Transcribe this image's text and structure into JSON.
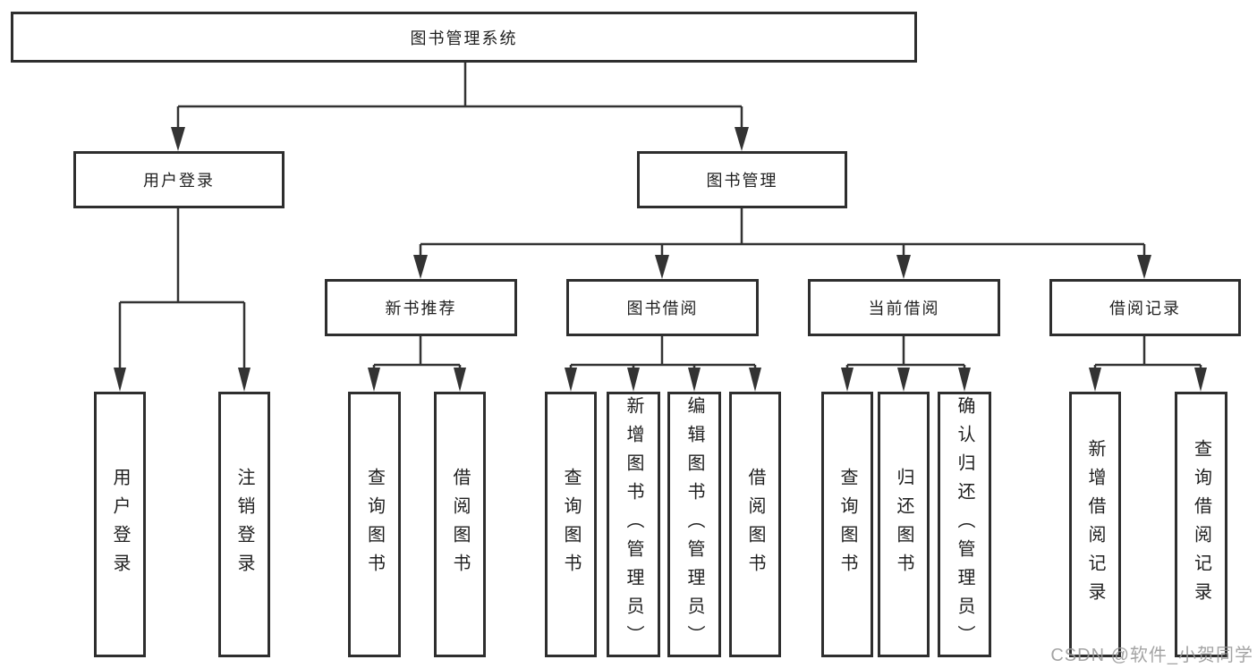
{
  "diagram": {
    "root": {
      "label": "图书管理系统",
      "children": [
        {
          "label": "用户登录",
          "children": [
            {
              "label": "用户登录"
            },
            {
              "label": "注销登录"
            }
          ]
        },
        {
          "label": "图书管理",
          "children": [
            {
              "label": "新书推荐",
              "children": [
                {
                  "label": "查询图书"
                },
                {
                  "label": "借阅图书"
                }
              ]
            },
            {
              "label": "图书借阅",
              "children": [
                {
                  "label": "查询图书"
                },
                {
                  "label": "新增图书（管理员）"
                },
                {
                  "label": "编辑图书（管理员）"
                },
                {
                  "label": "借阅图书"
                }
              ]
            },
            {
              "label": "当前借阅",
              "children": [
                {
                  "label": "查询图书"
                },
                {
                  "label": "归还图书"
                },
                {
                  "label": "确认归还（管理员）"
                }
              ]
            },
            {
              "label": "借阅记录",
              "children": [
                {
                  "label": "新增借阅记录"
                },
                {
                  "label": "查询借阅记录"
                }
              ]
            }
          ]
        }
      ]
    },
    "watermark": "CSDN @软件_小贺同学",
    "colors": {
      "line": "#333333",
      "box_border": "#2e2e2e",
      "text": "#1f1f1f",
      "watermark": "#9b9b9b",
      "background": "#ffffff"
    }
  }
}
